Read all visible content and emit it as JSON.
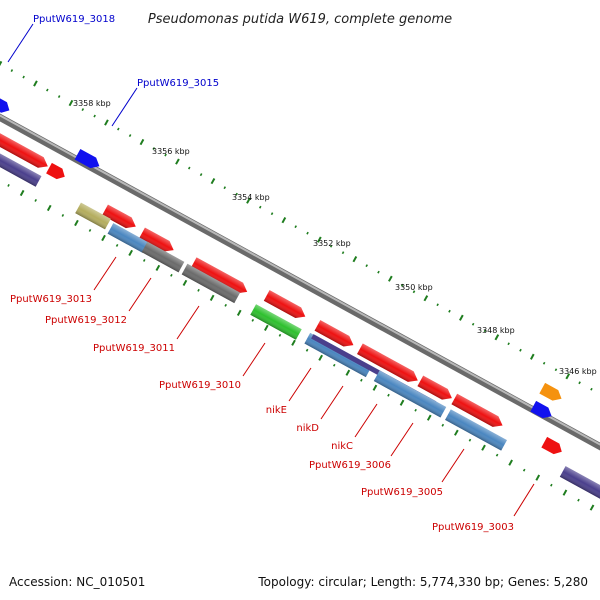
{
  "title": "Pseudomonas putida W619, complete genome",
  "footer": {
    "accession": "Accession: NC_010501",
    "topology": "Topology: circular; Length: 5,774,330 bp; Genes: 5,280"
  },
  "colors": {
    "red": "#ee1111",
    "blue": "#1111ee",
    "navy": "#4a3f8c",
    "steel": "#4a86c0",
    "gray": "#6b6b6b",
    "olive": "#b4ad5e",
    "green": "#2ec02e",
    "orange": "#f5920f",
    "backbone": "#8a8a8a",
    "tick": "#1f7d1f",
    "label_red": "#cc0000",
    "label_blue": "#0000cc"
  },
  "scale_labels": [
    "3358 kbp",
    "3356 kbp",
    "3354 kbp",
    "3352 kbp",
    "3350 kbp",
    "3348 kbp",
    "3346 kbp"
  ],
  "gene_labels": {
    "top": [
      "PputW619_3018",
      "PputW619_3015"
    ],
    "bottom": [
      "PputW619_3013",
      "PputW619_3012",
      "PputW619_3011",
      "PputW619_3010",
      "nikE",
      "nikD",
      "nikC",
      "PputW619_3006",
      "PputW619_3005",
      "PputW619_3003"
    ]
  }
}
